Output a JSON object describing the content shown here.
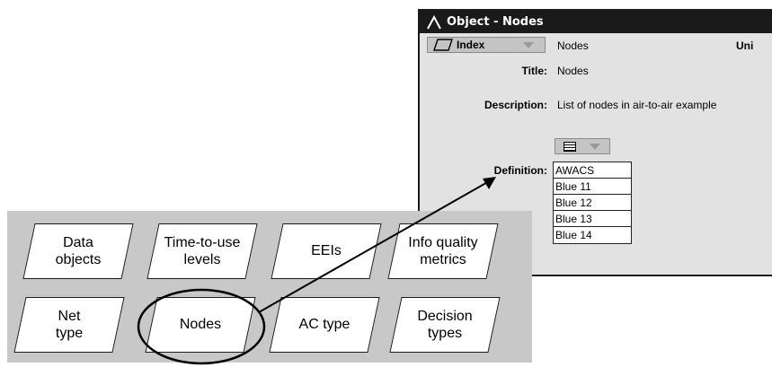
{
  "object_window": {
    "title": "Object - Nodes",
    "class_dropdown": "Index",
    "identifier": "Nodes",
    "units_label": "Uni",
    "fields": {
      "title_label": "Title:",
      "title_value": "Nodes",
      "description_label": "Description:",
      "description_value": "List of nodes in air-to-air example",
      "definition_label": "Definition:"
    },
    "definition_list": [
      "AWACS",
      "Blue 11",
      "Blue 12",
      "Blue 13",
      "Blue 14"
    ]
  },
  "panel": {
    "row1": [
      "Data\nobjects",
      "Time-to-use\nlevels",
      "EEIs",
      "Info quality\nmetrics"
    ],
    "row2": [
      "Net\ntype",
      "Nodes",
      "AC type",
      "Decision\ntypes"
    ],
    "highlighted": "Nodes"
  },
  "icons": [
    "app-logo-icon",
    "index-icon",
    "table-view-icon",
    "chevron-down-icon"
  ],
  "colors": {
    "titlebar": "#1a1a1a",
    "window_bg": "#e2e2e2",
    "panel_bg": "#c8c8c8"
  }
}
